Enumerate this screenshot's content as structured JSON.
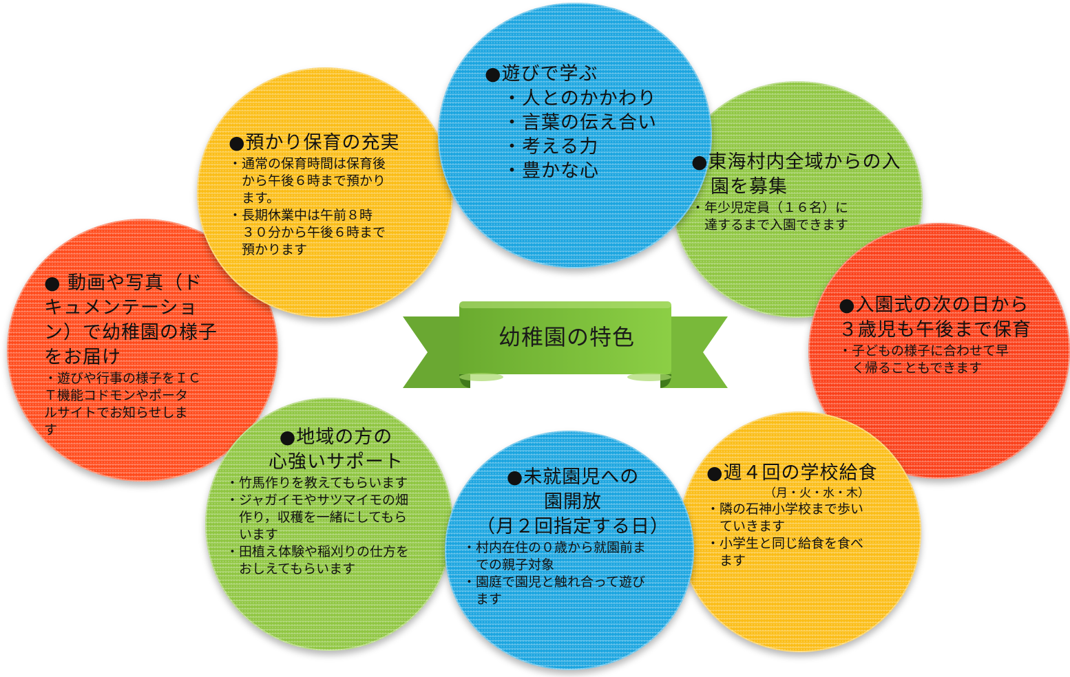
{
  "center": {
    "title": "幼稚園の特色"
  },
  "colors": {
    "blue": "#1aa5e0",
    "green": "#8fc641",
    "orange": "#ff4a1a",
    "yellow": "#fbbd16",
    "banner": "#7fbf3a"
  },
  "circles": {
    "play": {
      "title": "●遊びで学ぶ",
      "items": [
        "・人とのかかわり",
        "・言葉の伝え合い",
        "・考える力",
        "・豊かな心"
      ]
    },
    "childcare": {
      "title": "●預かり保育の充実",
      "items": [
        "・通常の保育時間は保育後",
        "　から午後６時まで預かり",
        "　ます。",
        "・長期休業中は午前８時",
        "　３０分から午後６時まで",
        "　預かります"
      ]
    },
    "recruit": {
      "title_lines": [
        "●東海村内全域からの入",
        "　園を募集"
      ],
      "items": [
        "・年少児定員（１６名）に",
        "　達するまで入園できます"
      ]
    },
    "entrance": {
      "title_lines": [
        "●入園式の次の日から",
        "３歳児も午後まで保育"
      ],
      "items": [
        "・子どもの様子に合わせて早",
        "　く帰ることもできます"
      ]
    },
    "video": {
      "title_lines": [
        "● 動画や写真（ド",
        "キュメンテーショ",
        "ン）で幼稚園の様子",
        "をお届け"
      ],
      "items": [
        "・遊びや行事の様子をＩＣ",
        "Ｔ機能コドモンやポータ",
        "ルサイトでお知らせしま",
        "す"
      ]
    },
    "community": {
      "title_lines": [
        "●地域の方の",
        "心強いサポート"
      ],
      "items": [
        "・竹馬作りを教えてもらいます",
        "・ジャガイモやサツマイモの畑",
        "　作り，収穫を一緒にしてもら",
        "　います",
        "・田植え体験や稲刈りの仕方を",
        "　おしえてもらいます"
      ]
    },
    "open": {
      "title_lines": [
        "●未就園児への",
        "園開放",
        "（月２回指定する日）"
      ],
      "items": [
        "・村内在住の０歳から就園前ま",
        "　での親子対象",
        "・園庭で園児と触れ合って遊び",
        "　ます"
      ]
    },
    "lunch": {
      "title": "●週４回の学校給食",
      "sub": "（月・火・水・木）",
      "items": [
        "・隣の石神小学校まで歩い",
        "　ていきます",
        "・小学生と同じ給食を食べ",
        "　ます"
      ]
    }
  }
}
